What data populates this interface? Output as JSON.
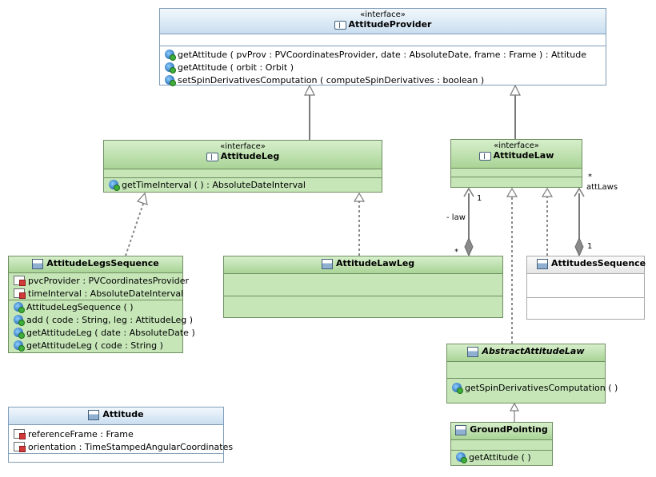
{
  "classes": {
    "attitude_provider": {
      "stereotype": "«interface»",
      "name": "AttitudeProvider",
      "methods": [
        "getAttitude ( pvProv : PVCoordinatesProvider, date : AbsoluteDate, frame : Frame ) : Attitude",
        "getAttitude ( orbit : Orbit )",
        "setSpinDerivativesComputation ( computeSpinDerivatives : boolean )"
      ]
    },
    "attitude_leg": {
      "stereotype": "«interface»",
      "name": "AttitudeLeg",
      "methods": [
        "getTimeInterval ( ) : AbsoluteDateInterval"
      ]
    },
    "attitude_law": {
      "stereotype": "«interface»",
      "name": "AttitudeLaw"
    },
    "attitude_legs_sequence": {
      "name": "AttitudeLegsSequence",
      "fields": [
        "pvcProvider : PVCoordinatesProvider",
        "timeInterval : AbsoluteDateInterval"
      ],
      "methods": [
        "AttitudeLegSequence ( )",
        "add ( code : String, leg : AttitudeLeg )",
        "getAttitudeLeg ( date : AbsoluteDate )",
        "getAttitudeLeg ( code : String )"
      ]
    },
    "attitude_law_leg": {
      "name": "AttitudeLawLeg"
    },
    "attitudes_sequence": {
      "name": "AttitudesSequence"
    },
    "abstract_attitude_law": {
      "name": "AbstractAttitudeLaw",
      "methods": [
        "getSpinDerivativesComputation ( )"
      ]
    },
    "ground_pointing": {
      "name": "GroundPointing",
      "methods": [
        "getAttitude ( )"
      ]
    },
    "attitude": {
      "name": "Attitude",
      "fields": [
        "referenceFrame : Frame",
        "orientation : TimeStampedAngularCoordinates"
      ]
    }
  },
  "edge_labels": {
    "law_role": "- law",
    "law_mult_top": "1",
    "law_mult_bottom": "*",
    "attlaws_mult_top": "*",
    "attlaws_role": "attLaws",
    "attlaws_mult_bottom": "1"
  },
  "colors": {
    "interface_blue_fill": "#ffffff",
    "class_green_fill": "#c6e6b8",
    "edge_gray": "#7a7a7a",
    "aggregation_diamond": "#8a8a8a"
  }
}
